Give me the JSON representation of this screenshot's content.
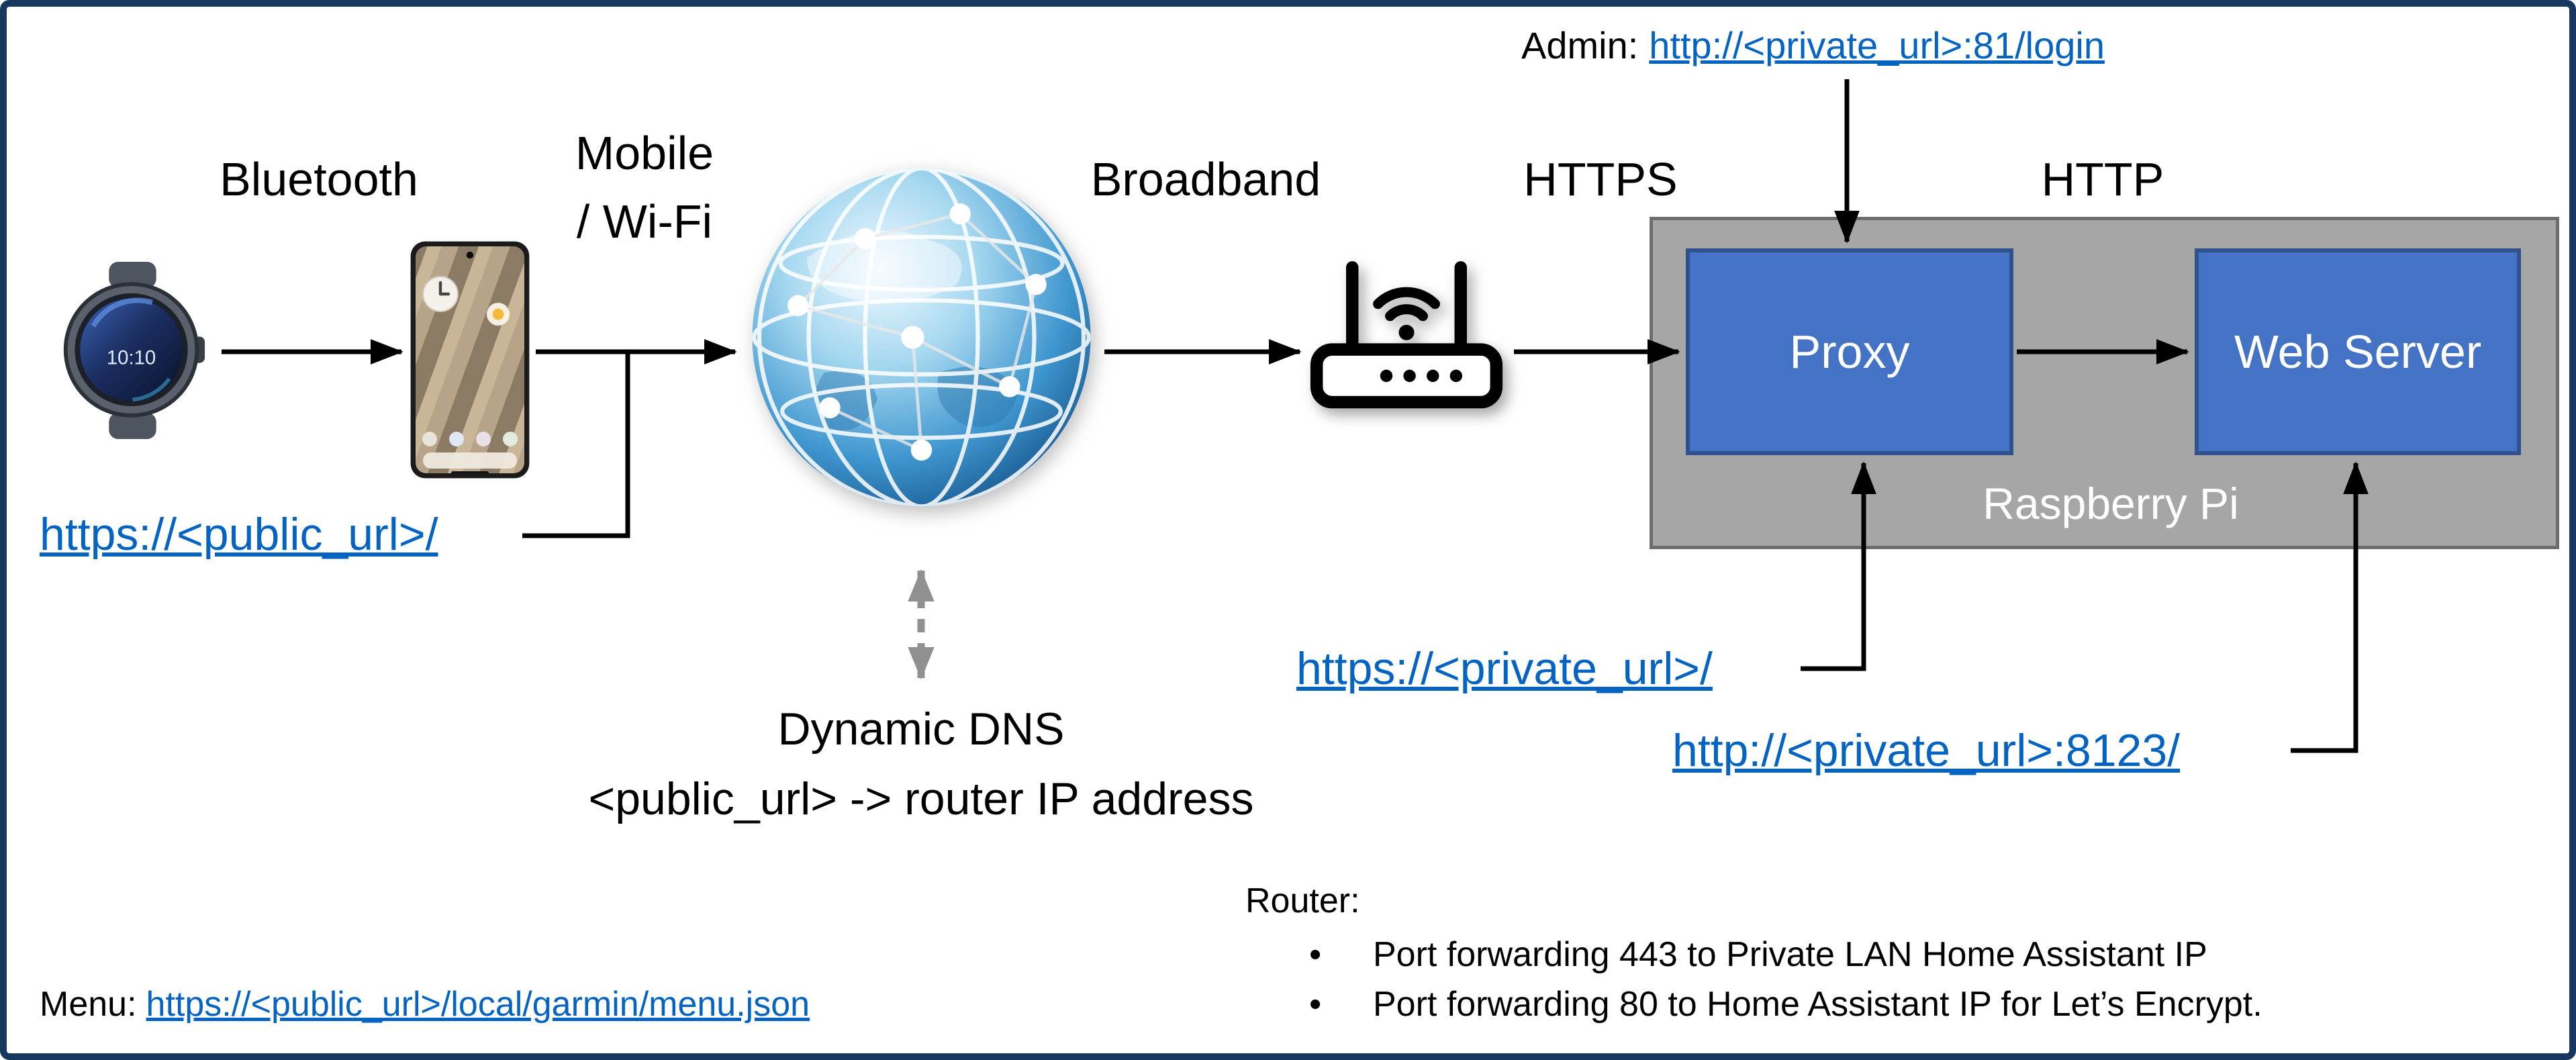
{
  "diagram": {
    "nodes": {
      "proxy": "Proxy",
      "web_server": "Web Server",
      "raspberry_pi": "Raspberry Pi"
    },
    "labels": {
      "bluetooth": "Bluetooth",
      "mobile": "Mobile",
      "wifi": "/ Wi-Fi",
      "broadband": "Broadband",
      "https": "HTTPS",
      "http": "HTTP",
      "dynamic_dns": "Dynamic DNS",
      "dns_mapping": "<public_url> -> router IP address"
    },
    "links": {
      "admin_prefix": "Admin:",
      "admin_url": "http://<private_url>:81/login",
      "public_url": "https://<public_url>/",
      "private_https_url": "https://<private_url>/",
      "private_8123_url": "http://<private_url>:8123/",
      "menu_prefix": "Menu:",
      "menu_url": "https://<public_url>/local/garmin/menu.json"
    },
    "router_notes": {
      "title": "Router:",
      "bullet_char": "•",
      "bullets": [
        "Port forwarding 443 to Private LAN Home Assistant IP",
        "Port forwarding 80 to Home Assistant IP for Let’s Encrypt."
      ]
    },
    "devices": {
      "watch_time": "10:10"
    },
    "colors": {
      "hyperlink_blue": "#0563C1",
      "node_blue": "#4472C4",
      "node_blue_border": "#2F528F",
      "raspberry_pi_gray": "#A6A6A6",
      "frame_navy": "#17375E",
      "arrow_black": "#000000",
      "dashed_arrow_gray": "#909090"
    }
  }
}
